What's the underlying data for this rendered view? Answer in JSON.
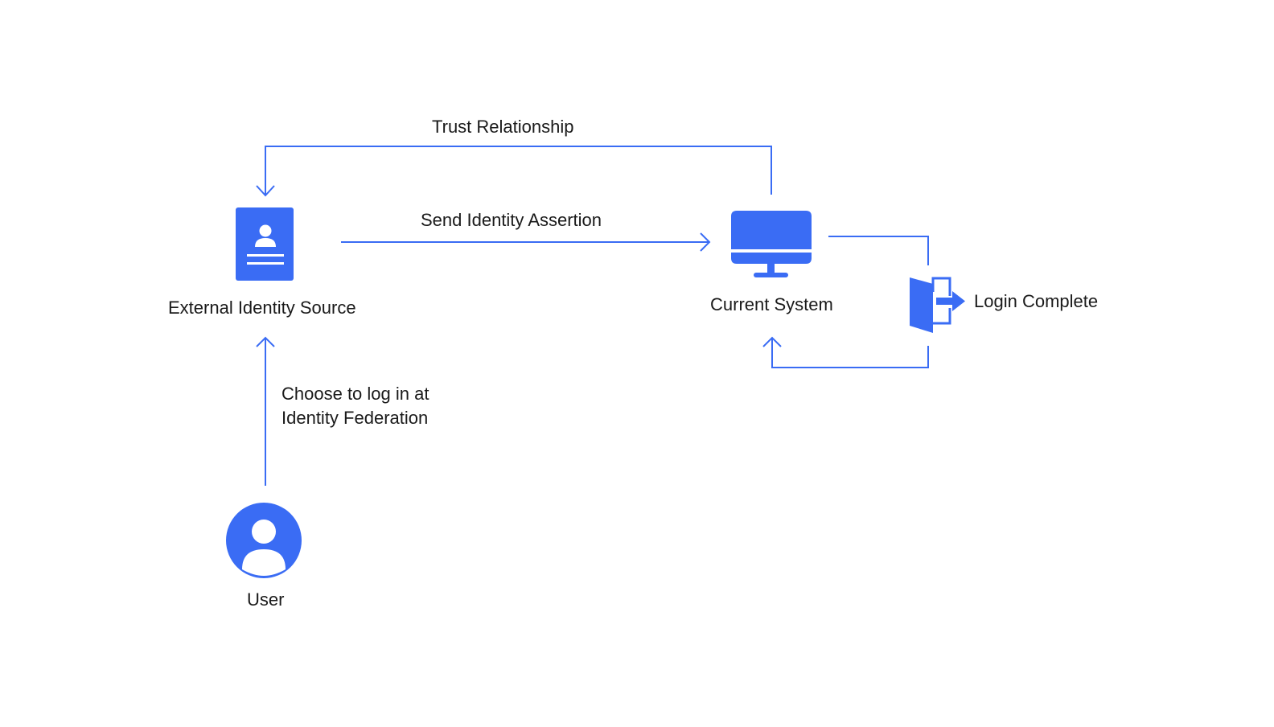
{
  "diagram": {
    "accent_color": "#3a6cf4",
    "nodes": {
      "external_identity_source": {
        "label": "External Identity Source",
        "icon": "id-card-icon"
      },
      "current_system": {
        "label": "Current System",
        "icon": "monitor-icon"
      },
      "login_complete": {
        "label": "Login Complete",
        "icon": "exit-door-icon"
      },
      "user": {
        "label": "User",
        "icon": "user-avatar-icon"
      }
    },
    "edges": {
      "trust_relationship": {
        "label": "Trust Relationship"
      },
      "send_identity_assertion": {
        "label": "Send Identity Assertion"
      },
      "choose_login": {
        "label_line1": "Choose to log in at",
        "label_line2": "Identity Federation"
      }
    }
  }
}
